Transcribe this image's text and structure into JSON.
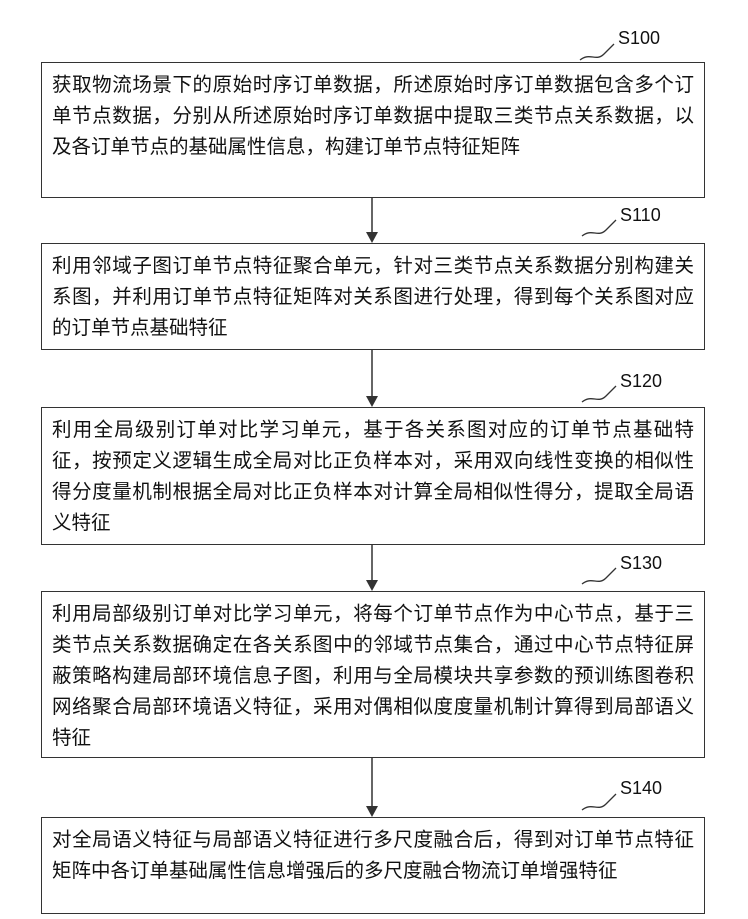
{
  "steps": [
    {
      "id": "S100",
      "text": "获取物流场景下的原始时序订单数据，所述原始时序订单数据包含多个订单节点数据，分别从所述原始时序订单数据中提取三类节点关系数据，以及各订单节点的基础属性信息，构建订单节点特征矩阵"
    },
    {
      "id": "S110",
      "text": "利用邻域子图订单节点特征聚合单元，针对三类节点关系数据分别构建关系图，并利用订单节点特征矩阵对关系图进行处理，得到每个关系图对应的订单节点基础特征"
    },
    {
      "id": "S120",
      "text": "利用全局级别订单对比学习单元，基于各关系图对应的订单节点基础特征，按预定义逻辑生成全局对比正负样本对，采用双向线性变换的相似性得分度量机制根据全局对比正负样本对计算全局相似性得分，提取全局语义特征"
    },
    {
      "id": "S130",
      "text": "利用局部级别订单对比学习单元，将每个订单节点作为中心节点，基于三类节点关系数据确定在各关系图中的邻域节点集合，通过中心节点特征屏蔽策略构建局部环境信息子图，利用与全局模块共享参数的预训练图卷积网络聚合局部环境语义特征，采用对偶相似度度量机制计算得到局部语义特征"
    },
    {
      "id": "S140",
      "text": "对全局语义特征与局部语义特征进行多尺度融合后，得到对订单节点特征矩阵中各订单基础属性信息增强后的多尺度融合物流订单增强特征"
    }
  ]
}
